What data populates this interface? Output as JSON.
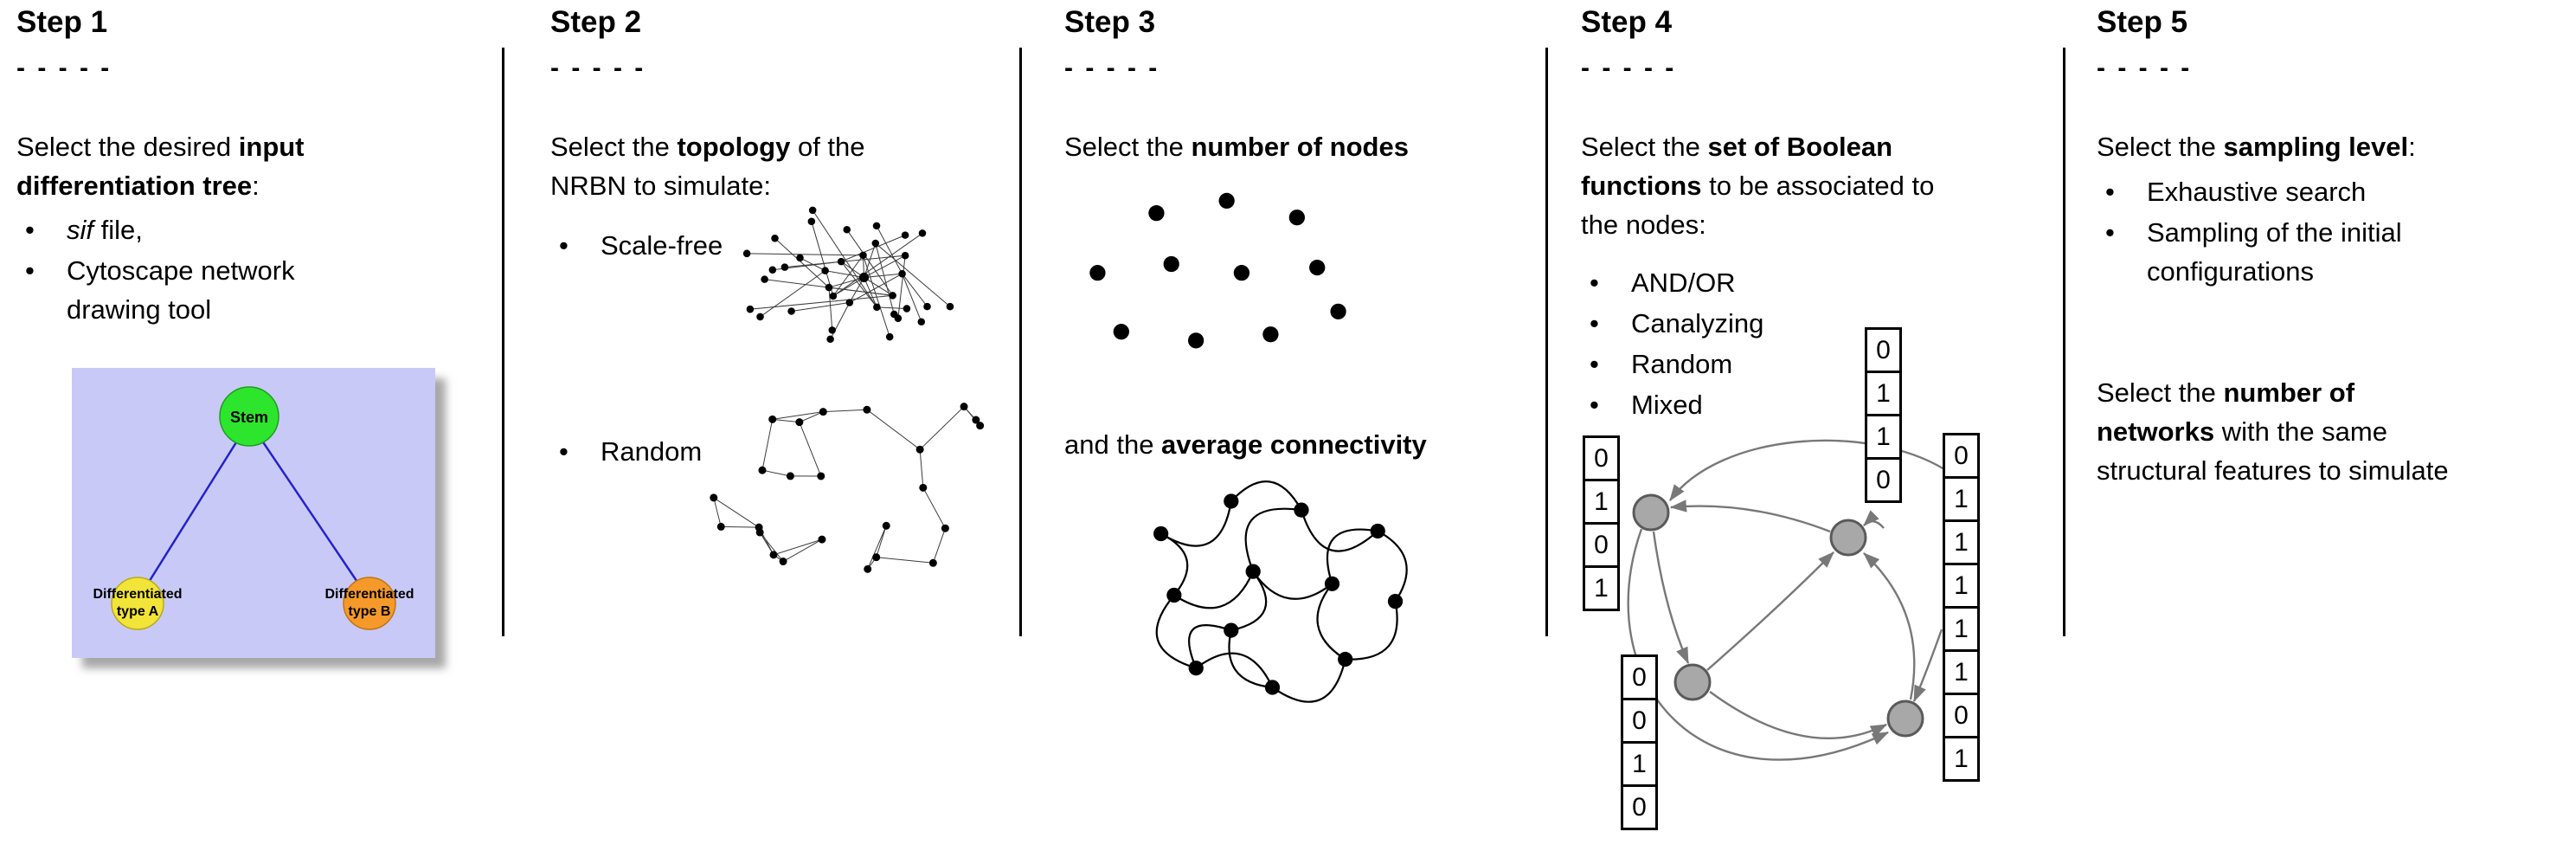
{
  "steps": [
    {
      "title": "Step 1",
      "dashes": "- - - - -",
      "intro": {
        "pre": "Select the desired ",
        "bold": "input differentiation tree",
        "post": ":"
      },
      "bullets": [
        {
          "italic": "sif",
          "text": " file,"
        },
        {
          "text": "Cytoscape network drawing tool"
        }
      ],
      "tree": {
        "root": "Stem",
        "left_line1": "Differentiated",
        "left_line2": "type A",
        "right_line1": "Differentiated",
        "right_line2": "type B"
      }
    },
    {
      "title": "Step 2",
      "dashes": "- - - - -",
      "intro": {
        "pre": "Select the ",
        "bold": "topology",
        "post": " of the NRBN to simulate:"
      },
      "bullets": [
        {
          "text": "Scale-free"
        },
        {
          "text": "Random"
        }
      ]
    },
    {
      "title": "Step 3",
      "dashes": "- - - - -",
      "line1": {
        "pre": "Select the ",
        "bold": "number of nodes",
        "post": ""
      },
      "line2": {
        "pre": "and the ",
        "bold": "average connectivity",
        "post": ""
      }
    },
    {
      "title": "Step 4",
      "dashes": "- - - - -",
      "intro": {
        "pre": "Select the ",
        "bold": "set of Boolean functions",
        "post": " to be associated to the nodes:"
      },
      "bullets": [
        {
          "text": "AND/OR"
        },
        {
          "text": "Canalyzing"
        },
        {
          "text": "Random"
        },
        {
          "text": "Mixed"
        }
      ],
      "tables": {
        "left": [
          "0",
          "1",
          "0",
          "1"
        ],
        "top": [
          "0",
          "1",
          "1",
          "0"
        ],
        "bottom_left": [
          "0",
          "0",
          "1",
          "0"
        ],
        "right": [
          "0",
          "1",
          "1",
          "1",
          "1",
          "1",
          "0",
          "1"
        ]
      }
    },
    {
      "title": "Step 5",
      "dashes": "- - - - -",
      "intro": {
        "pre": "Select the ",
        "bold": "sampling level",
        "post": ":"
      },
      "bullets": [
        {
          "text": "Exhaustive search"
        },
        {
          "text": "Sampling of the initial configurations"
        }
      ],
      "second": {
        "pre": "Select the ",
        "bold": "number of networks",
        "post": " with the same structural features to simulate"
      }
    }
  ],
  "colors": {
    "stem_green": "#2ee52e",
    "type_a_yellow": "#f2e438",
    "type_b_orange": "#f59a2a",
    "tree_bg": "#c9c9f7",
    "tree_edge_blue": "#2222cc",
    "node_gray": "#a8a8a8",
    "arrow_gray": "#787878"
  }
}
